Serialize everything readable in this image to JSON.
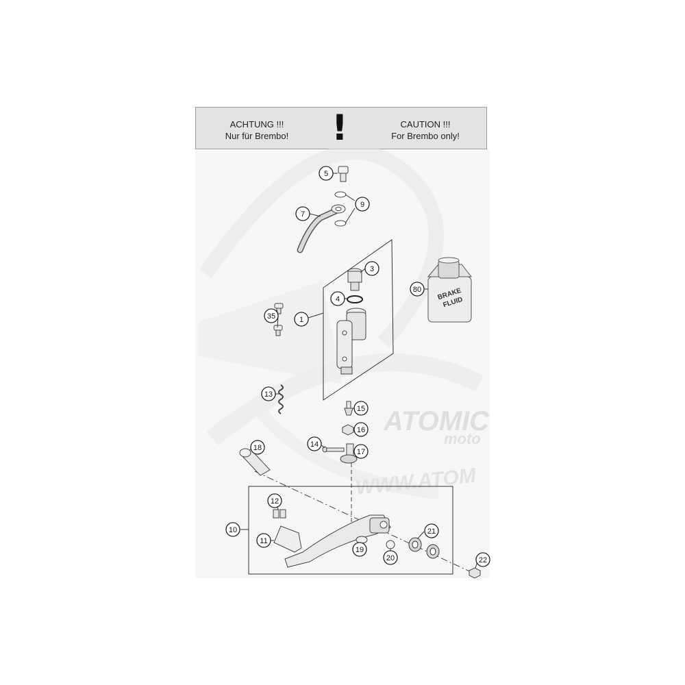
{
  "warning": {
    "left_line1": "ACHTUNG !!!",
    "left_line2": "Nur für Brembo!",
    "symbol": "!",
    "right_line1": "CAUTION !!!",
    "right_line2": "For Brembo only!"
  },
  "bottle_label": {
    "line1": "BRAKE",
    "line2": "FLUID"
  },
  "watermark": {
    "brand": "ATOMIC",
    "sub": "moto",
    "url": "WWW.ATOM"
  },
  "callouts": [
    "5",
    "9",
    "7",
    "3",
    "4",
    "1",
    "35",
    "80",
    "13",
    "15",
    "16",
    "14",
    "17",
    "18",
    "12",
    "10",
    "11",
    "21",
    "19",
    "20",
    "22"
  ]
}
